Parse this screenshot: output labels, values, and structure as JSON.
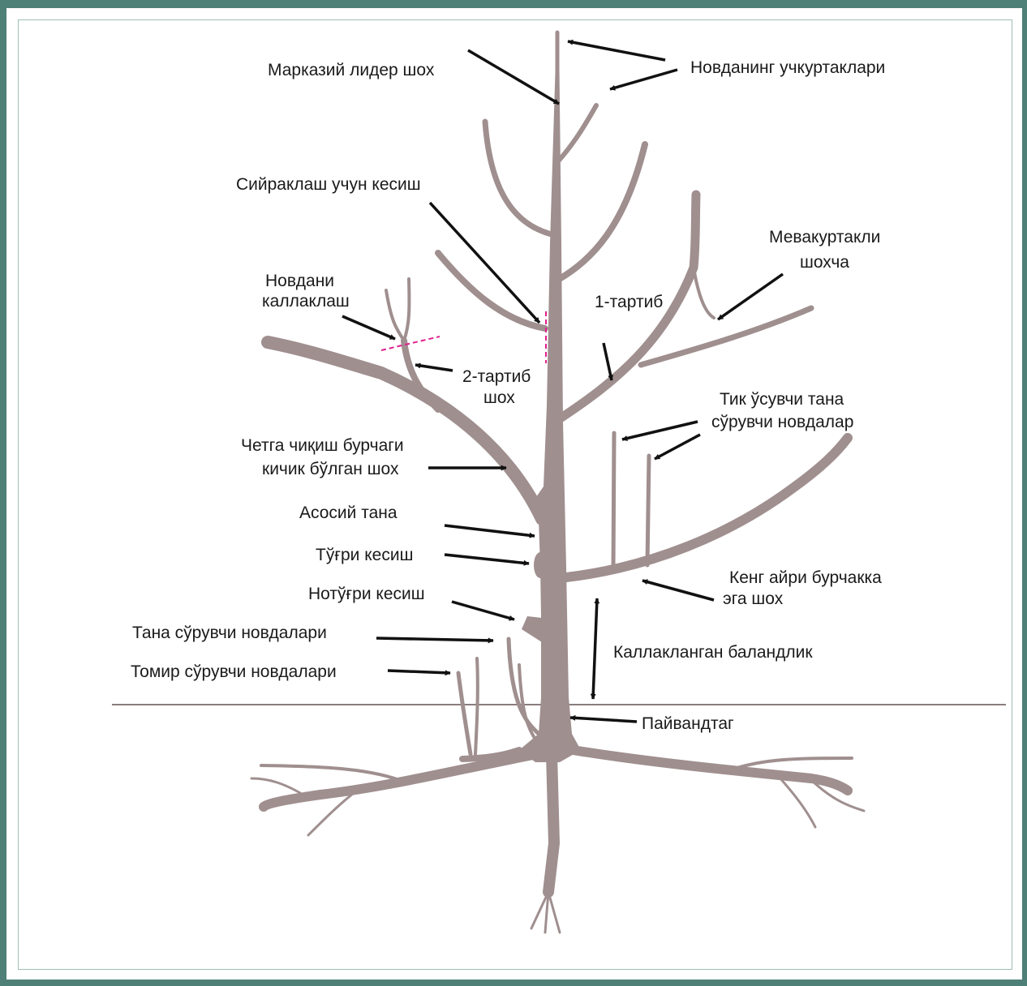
{
  "colors": {
    "frame": "#4f8078",
    "tree": "#a08f8f",
    "arrow": "#111111",
    "cut_line": "#e0208c",
    "ground": "#8a7d7d"
  },
  "labels": {
    "central_leader": "Марказий лидер шох",
    "shoot_buds": "Новданинг учкуртаклари",
    "thinning_cut": "Сийраклаш учун кесиш",
    "fruit_spur_1": "Мевакуртакли",
    "fruit_spur_2": "шохча",
    "heading_shoot_1": "Новдани",
    "heading_shoot_2": "каллаклаш",
    "first_order": "1-тартиб",
    "second_order_1": "2-тартиб",
    "second_order_2": "шох",
    "water_sprouts_1": "Тик ўсувчи тана",
    "water_sprouts_2": "сўрувчи новдалар",
    "narrow_angle_1": "Четга чиқиш бурчаги",
    "narrow_angle_2": "кичик бўлган шох",
    "main_trunk": "Асосий  тана",
    "correct_cut": "Тўғри кесиш",
    "wide_angle_1": "Кенг айри бурчакка",
    "wide_angle_2": "эга  шох",
    "incorrect_cut": "Нотўғри кесиш",
    "trunk_suckers": "Тана сўрувчи  новдалари",
    "heading_height": "Каллакланган баландлик",
    "root_suckers": "Томир сўрувчи новдалари",
    "rootstock": "Пайвандтаг"
  }
}
